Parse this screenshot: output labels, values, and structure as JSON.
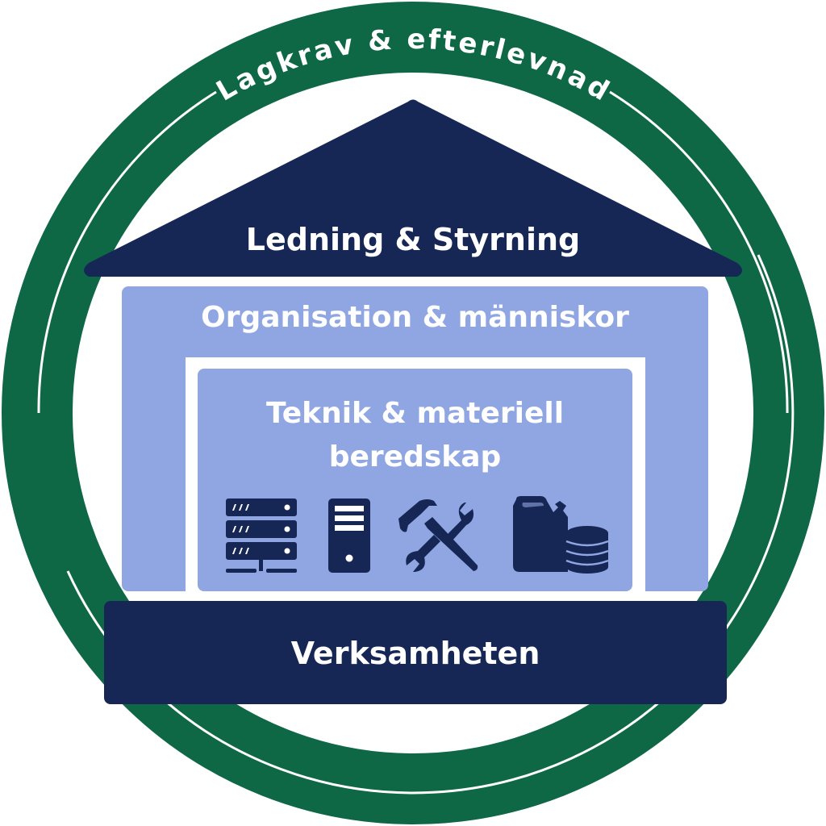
{
  "diagram": {
    "ring": {
      "label": "Lagkrav & efterlevnad",
      "color": "#0e6845"
    },
    "roof": {
      "label": "Ledning & Styrning",
      "color": "#172755"
    },
    "organisation": {
      "label": "Organisation & människor",
      "color": "#8fa6e3"
    },
    "teknik": {
      "label_line1": "Teknik & materiell",
      "label_line2": "beredskap",
      "color": "#8fa6e3",
      "icons": [
        "server-rack-icon",
        "computer-tower-icon",
        "hammer-wrench-icon",
        "fuel-can-coins-icon"
      ]
    },
    "foundation": {
      "label": "Verksamheten",
      "color": "#172755"
    }
  }
}
